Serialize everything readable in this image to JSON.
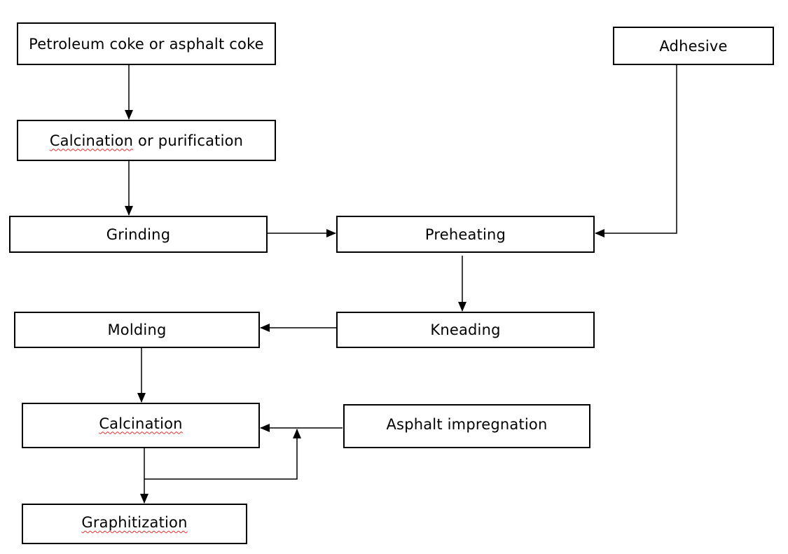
{
  "diagram": {
    "nodes": {
      "petroleum_coke": "Petroleum coke or asphalt coke",
      "calcination_purification_word": "Calcination",
      "calcination_purification_rest": " or purification",
      "grinding": "Grinding",
      "adhesive": "Adhesive",
      "preheating": "Preheating",
      "kneading": "Kneading",
      "molding": "Molding",
      "calcination": "Calcination",
      "asphalt_impregnation": "Asphalt impregnation",
      "graphitization": "Graphitization"
    },
    "edges": [
      {
        "from": "petroleum_coke",
        "to": "calcination_purification"
      },
      {
        "from": "calcination_purification",
        "to": "grinding"
      },
      {
        "from": "grinding",
        "to": "preheating"
      },
      {
        "from": "adhesive",
        "to": "preheating"
      },
      {
        "from": "preheating",
        "to": "kneading"
      },
      {
        "from": "kneading",
        "to": "molding"
      },
      {
        "from": "molding",
        "to": "calcination"
      },
      {
        "from": "asphalt_impregnation",
        "to": "calcination"
      },
      {
        "from": "calcination",
        "to": "graphitization"
      },
      {
        "from": "calcination",
        "to": "calcination"
      }
    ],
    "colors": {
      "line": "#000000",
      "spellcheck_underline": "#e03030"
    }
  }
}
